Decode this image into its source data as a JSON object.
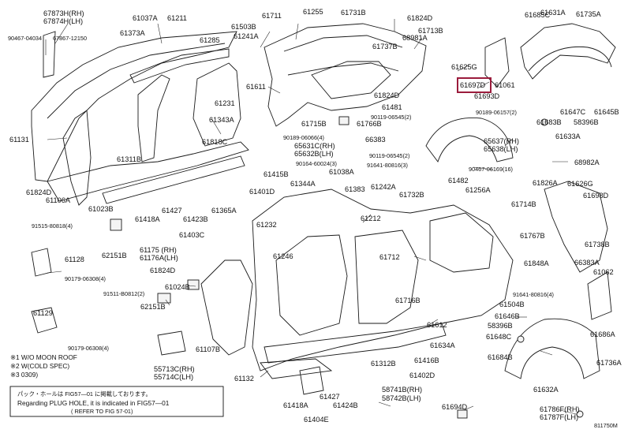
{
  "labels": {
    "l67873": "67873H(RH)",
    "l67874": "67874H(LH)",
    "l61037": "61037A",
    "l61211": "61211",
    "l61503": "61503B",
    "l61711": "61711",
    "l61255": "61255",
    "l61731": "61731B",
    "l61824a": "61824D",
    "l61685": "61685C",
    "l61631": "61631A",
    "l61735": "61735A",
    "l90467a": "90467-04034",
    "l67867": "67867-12150",
    "l61373": "61373A",
    "l61285": "61285",
    "l61241": "61241A",
    "l61713": "61713B",
    "l68981": "68981A",
    "l61737": "61737B",
    "l61625": "61625G",
    "l61697": "61697D",
    "l61061": "61061",
    "l61693": "61693D",
    "l61611": "61611",
    "l61824b": "61824D",
    "l61481": "61481",
    "l61231": "61231",
    "l61647": "61647C",
    "l61645": "61645B",
    "l61683": "61683B",
    "l58396a": "58396B",
    "l61633": "61633A",
    "l90119a": "90119-06545(2)",
    "l90189a": "90189-06157(2)",
    "l61131": "61131",
    "l61343": "61343A",
    "l61715": "61715B",
    "l61766": "61766B",
    "l90189b": "90189-06066(4)",
    "l66383a": "66383",
    "l65631": "65631C(RH)",
    "l65632": "65632B(LH)",
    "l65637": "65637(RH)",
    "l65638": "65638(LH)",
    "l61818": "61818C",
    "l61311": "61311B",
    "l90164": "90164-60024(3)",
    "l91641a": "91641-80816(3)",
    "l90119b": "90119-06545(2)",
    "l90467b": "90467-06169(16)",
    "l68982": "68982A",
    "l61415": "61415B",
    "l61038": "61038A",
    "l61482": "61482",
    "l61256": "61256A",
    "l61826": "61826A",
    "l61626": "61626G",
    "l61698": "61698D",
    "l61824c": "61824D",
    "l61106": "61106A",
    "l61401": "61401D",
    "l61344": "61344A",
    "l61383": "61383",
    "l61242": "61242A",
    "l61732": "61732B",
    "l61714": "61714B",
    "l61023": "61023B",
    "l61418a": "61418A",
    "l61427a": "61427",
    "l61423": "61423B",
    "l61365": "61365A",
    "l61212": "61212",
    "l61232": "61232",
    "l91515": "91515-80818(4)",
    "l61403": "61403C",
    "l61767": "61767B",
    "l61738": "61738B",
    "l61128": "61128",
    "l62151a": "62151B",
    "l61175": "61175 (RH)",
    "l61176": "61176A(LH)",
    "l61246": "61246",
    "l61712": "61712",
    "l61848": "61848A",
    "l66383b": "66383A",
    "l61824e": "61824D",
    "l61062": "61062",
    "l90179a": "90179-06308(4)",
    "l61024": "61024B",
    "l91511": "91511-B0812(2)",
    "l61716": "61716B",
    "l91641b": "91641-80816(4)",
    "l62151b": "62151B",
    "l61504": "61504B",
    "l61129": "61129",
    "l61646": "61646B",
    "l58396b": "58396B",
    "l61612": "61612",
    "l61634": "61634A",
    "l61648": "61648C",
    "l61686": "61686A",
    "l61107": "61107B",
    "l90179b": "90179-06308(4)",
    "l55713": "55713C(RH)",
    "l55714": "55714C(LH)",
    "l61312": "61312B",
    "l61416": "61416B",
    "l61684": "61684B",
    "l61736": "61736A",
    "l61132": "61132",
    "l61402": "61402D",
    "l61427b": "61427",
    "l58741": "58741B(RH)",
    "l58742": "58742B(LH)",
    "l61632": "61632A",
    "l61418b": "61418A",
    "l61424": "61424B",
    "l61694": "61694D",
    "l61786": "61786F(RH)",
    "l61787": "61787F(LH)",
    "l61404": "61404E",
    "fig_no": "811750M"
  },
  "notes": {
    "n1": "※1 W/O MOON ROOF",
    "n2": "※2 W(COLD SPEC)",
    "n3": "※3        0309)"
  },
  "reference_box": {
    "line1": "パック・ホールは FIG57—01 に掲載しております。",
    "line2": "Regarding PLUG HOLE, it is indicated in FIG57—01",
    "line3": "( REFER TO FIG 57-01)"
  },
  "colors": {
    "highlight": "#9b1c3c",
    "line": "#1a1a1a"
  }
}
